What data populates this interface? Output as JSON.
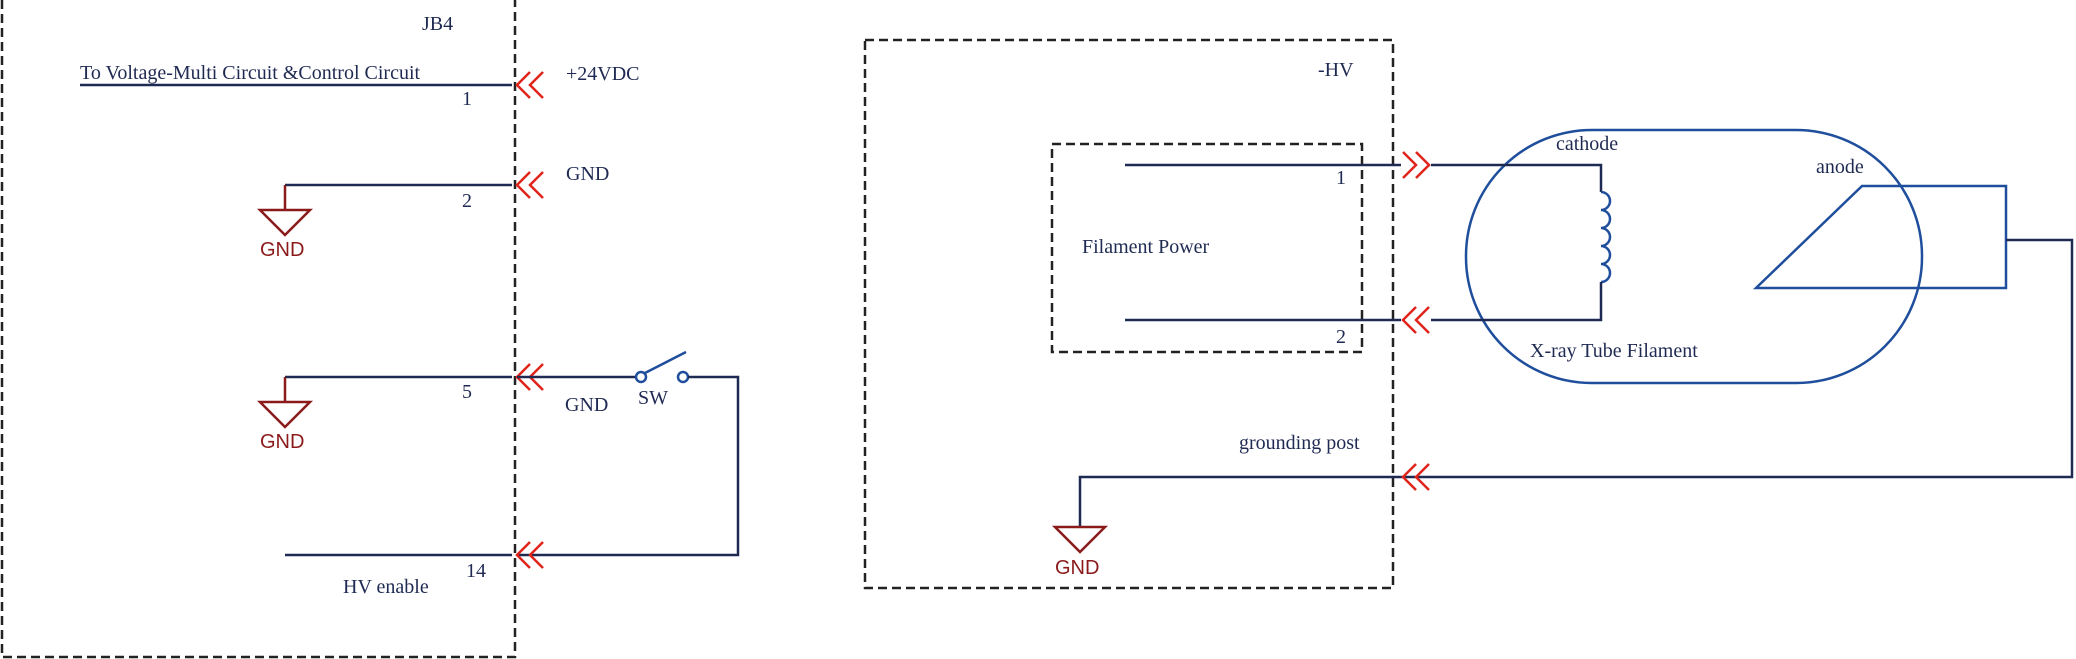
{
  "diagram": {
    "jb4": {
      "title": "JB4",
      "destination": "To Voltage-Multi  Circuit &Control Circuit",
      "pins": [
        {
          "number": "1",
          "signal": "+24VDC"
        },
        {
          "number": "2",
          "signal": "GND"
        },
        {
          "number": "5",
          "signal": "GND"
        },
        {
          "number": "14",
          "signal": "HV enable"
        }
      ],
      "switch_label": "SW",
      "ground_symbol_label": "GND"
    },
    "hv": {
      "title": "-HV",
      "filament_power": "Filament Power",
      "pins": [
        "1",
        "2"
      ],
      "grounding_post": "grounding post",
      "ground_symbol_label": "GND"
    },
    "tube": {
      "cathode": "cathode",
      "anode": "anode",
      "name": "X-ray Tube Filament"
    }
  },
  "colors": {
    "wire": "#1f2a52",
    "connector": "#e0241b",
    "ground": "#8b1a1a",
    "tube": "#1f4e9c",
    "dashed_box": "#222222"
  }
}
